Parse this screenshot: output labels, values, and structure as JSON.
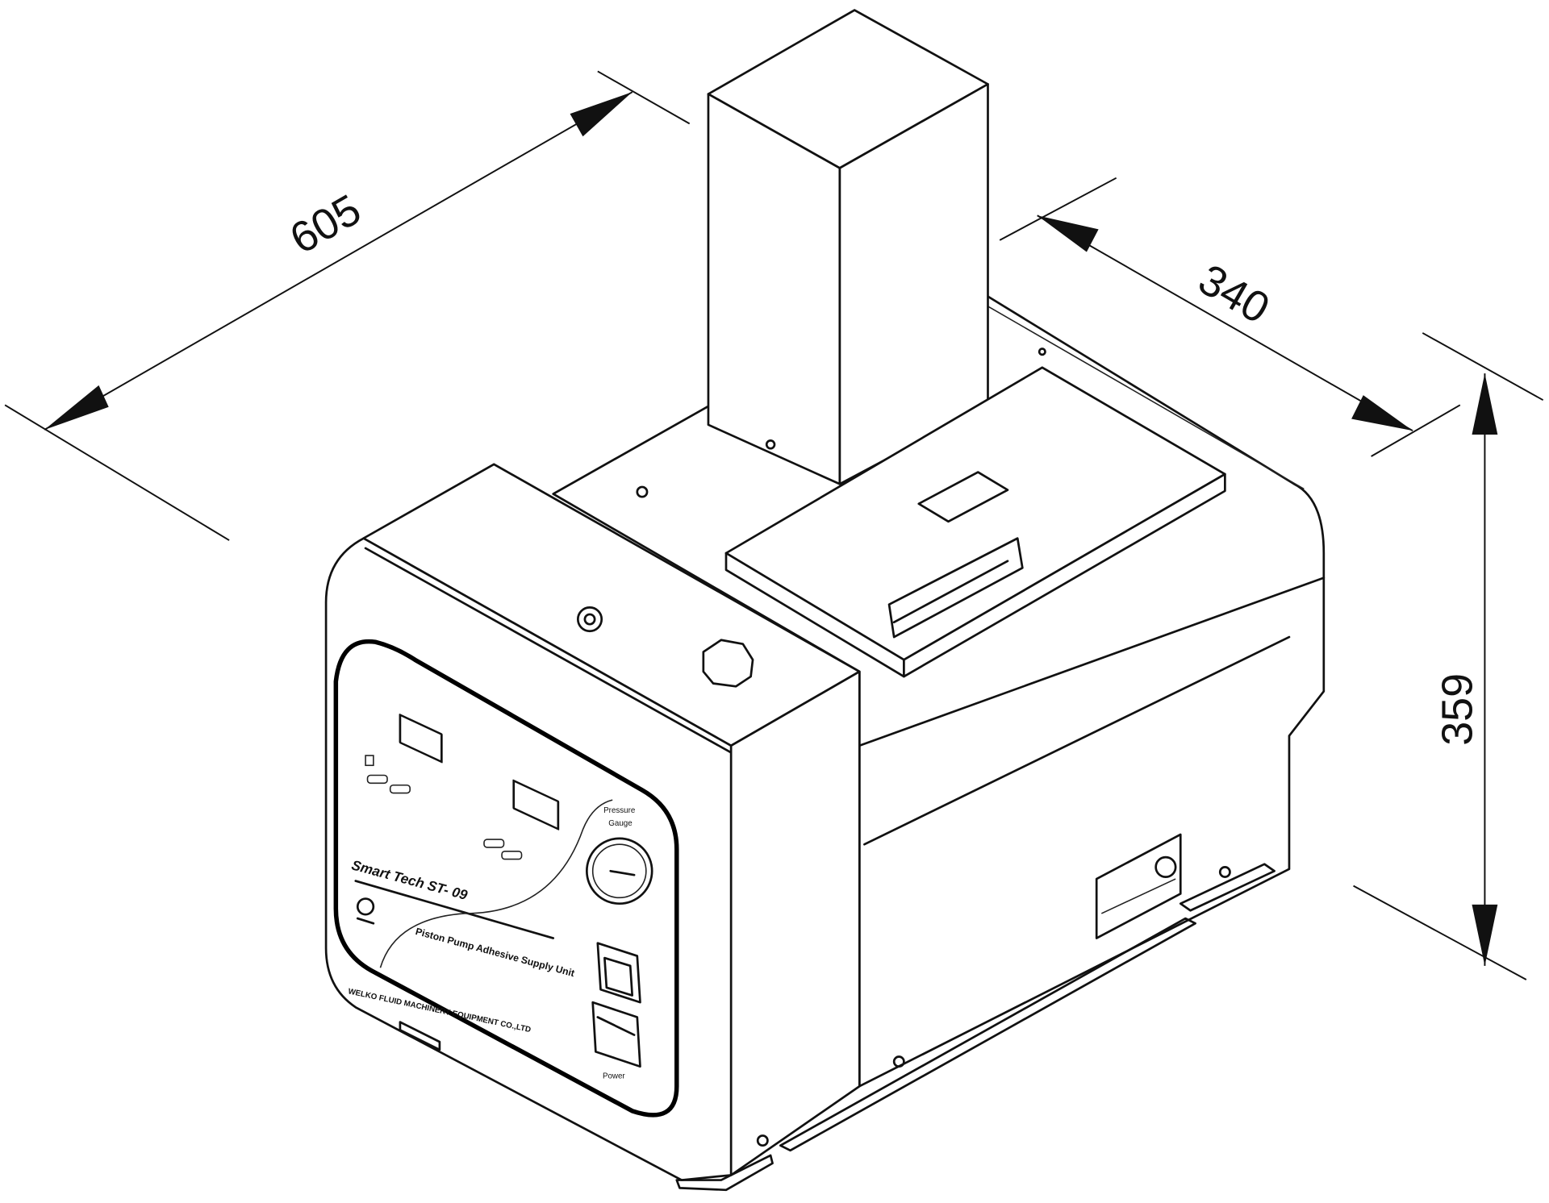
{
  "dimensions": {
    "length": "605",
    "width": "340",
    "height": "359"
  },
  "panel": {
    "model": "Smart Tech ST- 09",
    "subtitle": "Piston Pump Adhesive Supply Unit",
    "company": "WELKO FLUID MACHINERY EQUIPMENT CO.,LTD",
    "gauge_label_1": "Pressure",
    "gauge_label_2": "Gauge",
    "power_label": "Power"
  },
  "colors": {
    "line": "#111111",
    "background": "#ffffff"
  }
}
